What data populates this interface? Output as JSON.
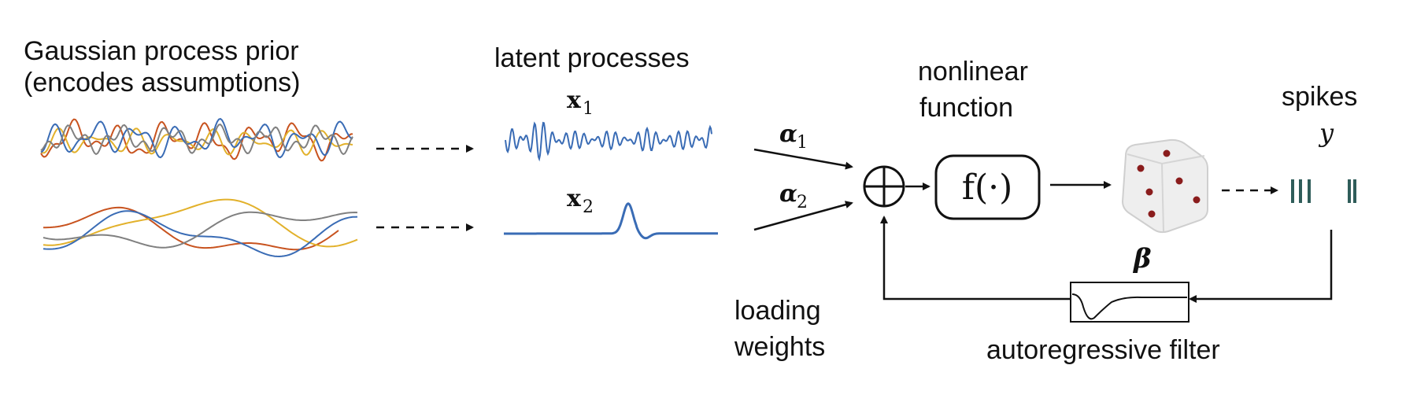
{
  "labels": {
    "gp_prior_line1": "Gaussian process prior",
    "gp_prior_line2": "(encodes assumptions)",
    "latent_title": "latent processes",
    "x1": "x",
    "x1_sub": "1",
    "x2": "x",
    "x2_sub": "2",
    "alpha1": "α",
    "alpha1_sub": "1",
    "alpha2": "α",
    "alpha2_sub": "2",
    "loading_line1": "loading",
    "loading_line2": "weights",
    "nonlinear_line1": "nonlinear",
    "nonlinear_line2": "function",
    "f_text": "f(·)",
    "spikes_title": "spikes",
    "y": "y",
    "beta": "β",
    "autoregressive": "autoregressive filter",
    "sum_symbol": "⊕"
  },
  "colors": {
    "blue": "#3a6cb5",
    "orange": "#c8531f",
    "yellow": "#e2b12b",
    "gray": "#808080",
    "teal_spikes": "#2f5d5a",
    "dice_dot": "#8a1c1c",
    "ink": "#111111"
  },
  "icons": {
    "sum": "circle-plus-icon",
    "dice": "dice-icon",
    "spike_train": "spike-train-icon"
  }
}
